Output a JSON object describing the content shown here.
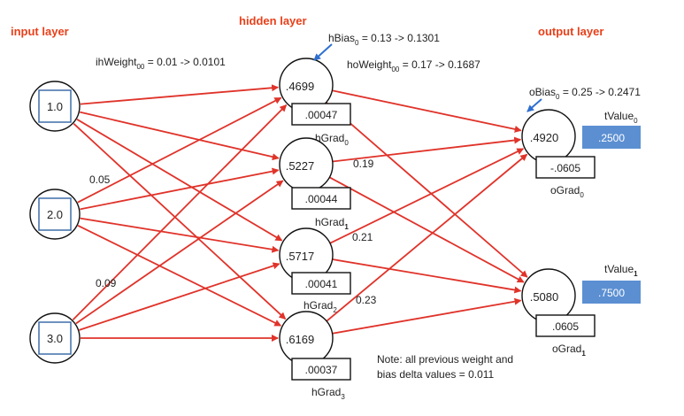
{
  "layers": {
    "input_title": "input layer",
    "hidden_title": "hidden layer",
    "output_title": "output layer"
  },
  "input_nodes": [
    {
      "value": "1.0"
    },
    {
      "value": "2.0"
    },
    {
      "value": "3.0"
    }
  ],
  "hidden_nodes": [
    {
      "value": ".4699",
      "grad": ".00047",
      "grad_label": "hGrad",
      "grad_sub": "0"
    },
    {
      "value": ".5227",
      "grad": ".00044",
      "grad_label": "hGrad",
      "grad_sub": "1"
    },
    {
      "value": ".5717",
      "grad": ".00041",
      "grad_label": "hGrad",
      "grad_sub": "2"
    },
    {
      "value": ".6169",
      "grad": ".00037",
      "grad_label": "hGrad",
      "grad_sub": "3"
    }
  ],
  "output_nodes": [
    {
      "value": ".4920",
      "grad": "-.0605",
      "grad_label": "oGrad",
      "grad_sub": "0",
      "target_label": "tValue",
      "target_sub": "0",
      "target_value": ".2500"
    },
    {
      "value": ".5080",
      "grad": ".0605",
      "grad_label": "oGrad",
      "grad_sub": "1",
      "target_label": "tValue",
      "target_sub": "1",
      "target_value": ".7500"
    }
  ],
  "weight_labels": [
    "0.05",
    "0.09",
    "0.19",
    "0.21",
    "0.23"
  ],
  "annotations": {
    "ih_weight": {
      "name": "ihWeight",
      "sub": "00",
      "text": " = 0.01 -> 0.0101"
    },
    "h_bias": {
      "name": "hBias",
      "sub": "0",
      "text": " = 0.13 -> 0.1301"
    },
    "ho_weight": {
      "name": "hoWeight",
      "sub": "00",
      "text": " = 0.17 -> 0.1687"
    },
    "o_bias": {
      "name": "oBias",
      "sub": "0",
      "text": " = 0.25 -> 0.2471"
    },
    "note_line1": "Note: all previous weight and",
    "note_line2": "bias delta values = 0.011"
  },
  "colors": {
    "arrow": "#e0332a",
    "pointer": "#2f6fd0",
    "input_box": "#3f6fa8",
    "target_fill": "#5b8fd2"
  }
}
